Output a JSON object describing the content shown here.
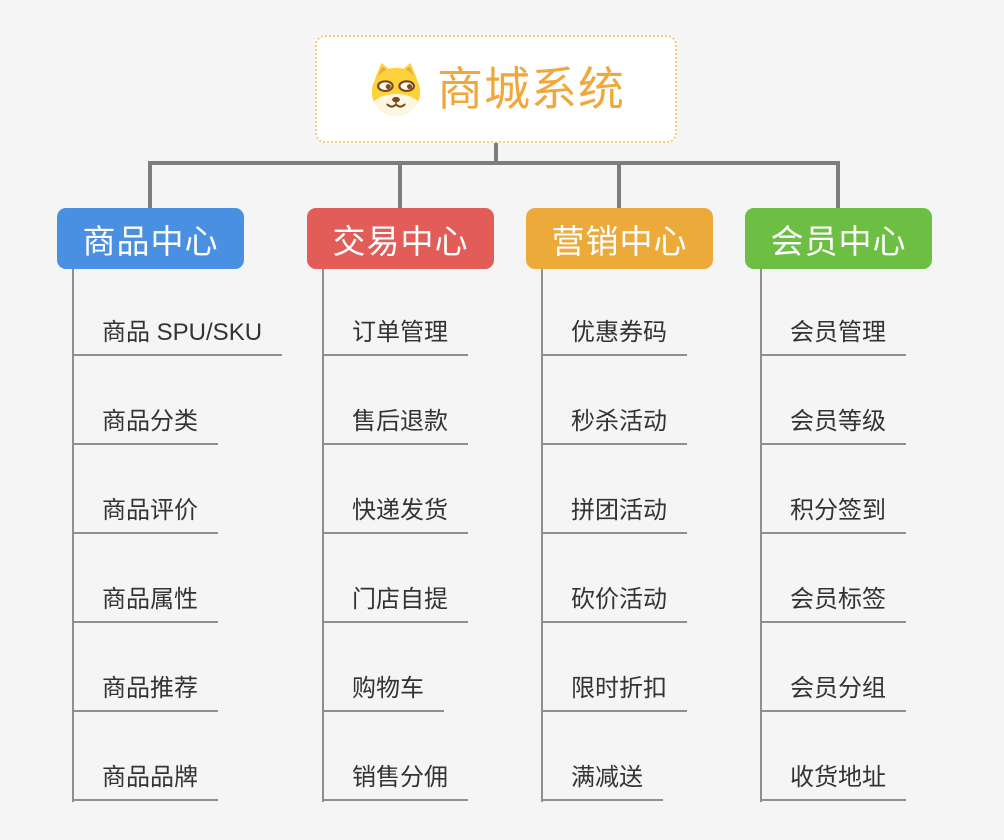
{
  "page": {
    "background": "#f5f5f6",
    "connector_color": "#7d7d7d",
    "underline_color": "#8f8f8f",
    "leaf_text_color": "#333333"
  },
  "root": {
    "title": "商城系统",
    "icon": "shiba-dog-icon",
    "text_color": "#f0a83c",
    "border_color": "#f6c87e",
    "background": "#ffffff"
  },
  "branches": [
    {
      "label": "商品中心",
      "color": "#4a90e2",
      "items": [
        "商品 SPU/SKU",
        "商品分类",
        "商品评价",
        "商品属性",
        "商品推荐",
        "商品品牌"
      ]
    },
    {
      "label": "交易中心",
      "color": "#e25c58",
      "items": [
        "订单管理",
        "售后退款",
        "快递发货",
        "门店自提",
        "购物车",
        "销售分佣"
      ]
    },
    {
      "label": "营销中心",
      "color": "#ecaa3b",
      "items": [
        "优惠券码",
        "秒杀活动",
        "拼团活动",
        "砍价活动",
        "限时折扣",
        "满减送"
      ]
    },
    {
      "label": "会员中心",
      "color": "#6cbf42",
      "items": [
        "会员管理",
        "会员等级",
        "积分签到",
        "会员标签",
        "会员分组",
        "收货地址"
      ]
    }
  ]
}
